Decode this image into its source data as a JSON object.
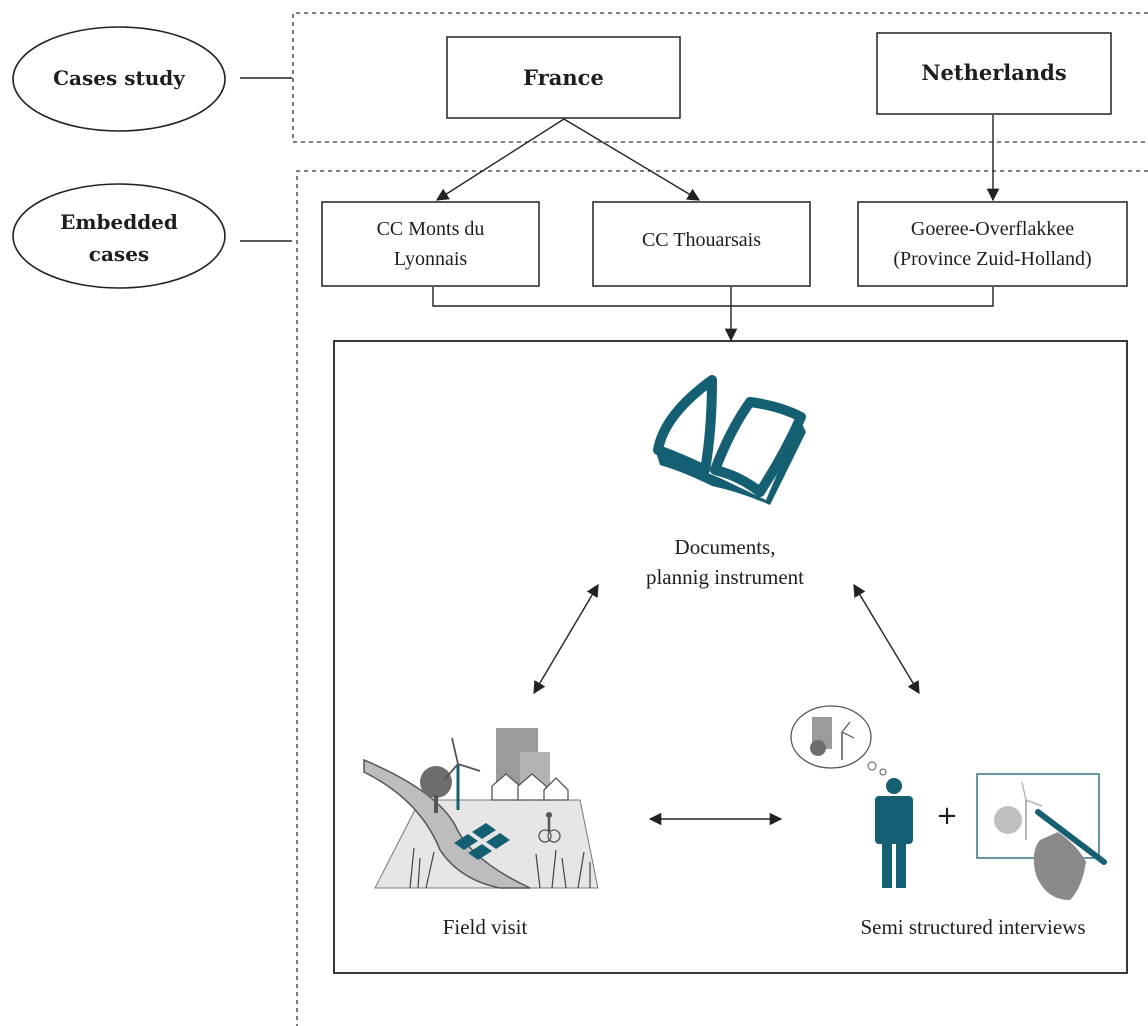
{
  "levels": {
    "cases_study_label": "Cases study",
    "embedded_cases_label": "Embedded\ncases"
  },
  "countries": {
    "france": "France",
    "netherlands": "Netherlands"
  },
  "embedded_cases": {
    "monts": "CC Monts du\nLyonnais",
    "thouarsais": "CC Thouarsais",
    "goeree": "Goeree-Overflakkee\n(Province Zuid-Holland)"
  },
  "methods": {
    "documents": "Documents,\nplannig instrument",
    "field_visit": "Field visit",
    "interviews": "Semi structured interviews",
    "plus": "+"
  },
  "colors": {
    "accent_teal": "#155f72",
    "gray_illustration": "#8a8a8a",
    "line": "#222222"
  }
}
